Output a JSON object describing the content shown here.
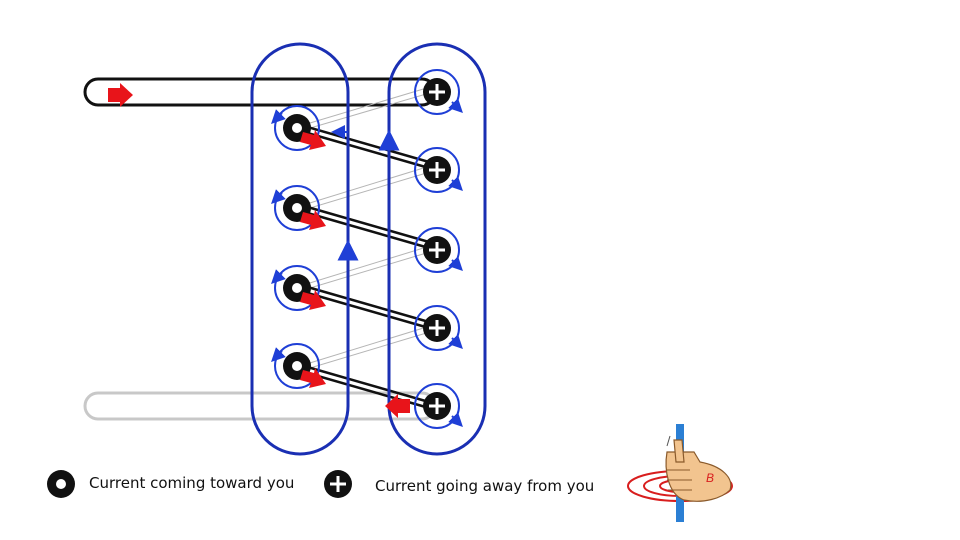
{
  "legend": {
    "toward": {
      "label": "Current coming toward you",
      "symbol": "dot"
    },
    "away": {
      "label": "Current going away from you",
      "symbol": "cross"
    },
    "field_label": "B"
  },
  "colors": {
    "wire": "#111111",
    "loop": "#1a2fb3",
    "field_arrow": "#1f3fd6",
    "current_arrow": "#e8141a",
    "back_wire": "#c8c8c8",
    "hand_skin": "#f2c48f",
    "ring": "#d81e1e"
  },
  "icons": [
    "current-toward-icon",
    "current-away-icon",
    "right-hand-rule-icon",
    "current-arrow-icon"
  ]
}
